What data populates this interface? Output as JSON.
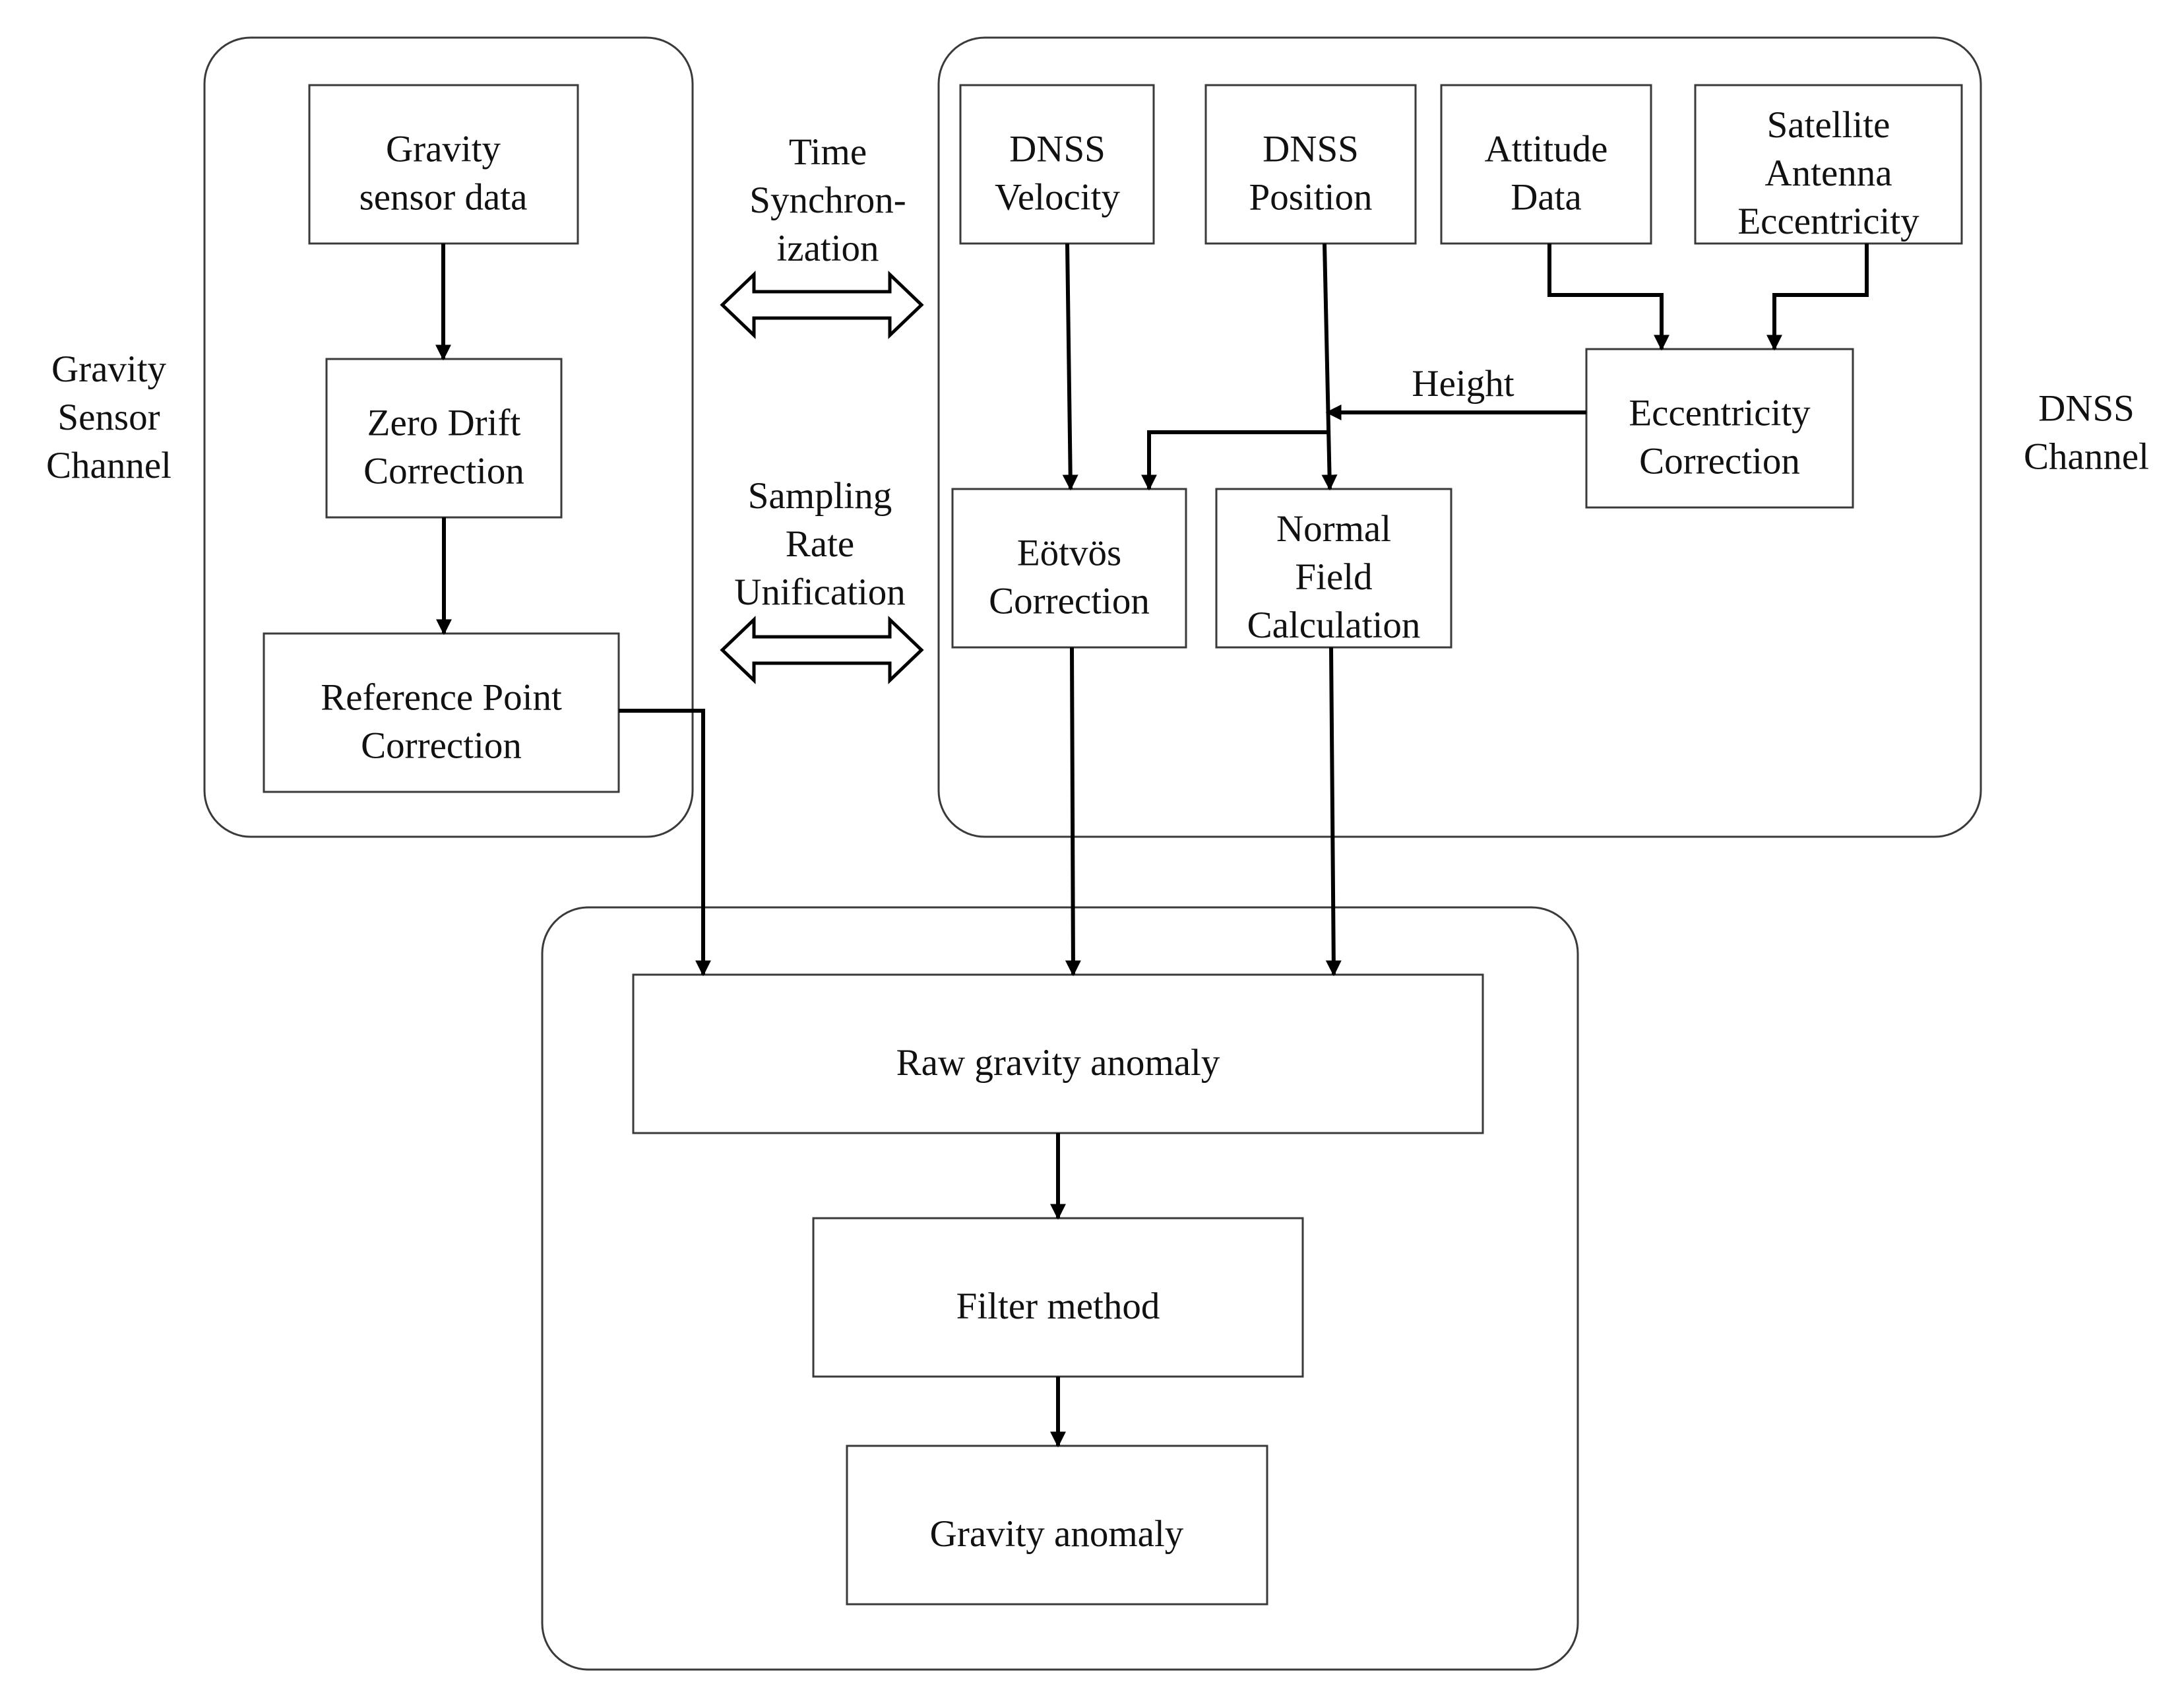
{
  "side_labels": {
    "gravity_channel": [
      "Gravity",
      "Sensor",
      "Channel"
    ],
    "dnss_channel": [
      "DNSS",
      "Channel"
    ]
  },
  "sync_labels": {
    "time_sync": [
      "Time",
      "Synchron-",
      "ization"
    ],
    "sampling": [
      "Sampling",
      "Rate",
      "Unification"
    ]
  },
  "nodes": {
    "gravity_sensor_data": [
      "Gravity",
      "sensor data"
    ],
    "zero_drift": [
      "Zero Drift",
      "Correction"
    ],
    "reference_point": [
      "Reference Point",
      "Correction"
    ],
    "dnss_velocity": [
      "DNSS",
      "Velocity"
    ],
    "dnss_position": [
      "DNSS",
      "Position"
    ],
    "attitude_data": [
      "Attitude",
      "Data"
    ],
    "satellite_antenna": [
      "Satellite",
      "Antenna",
      "Eccentricity"
    ],
    "eccentricity_correction": [
      "Eccentricity",
      "Correction"
    ],
    "eotvos": [
      "Eötvös",
      "Correction"
    ],
    "normal_field": [
      "Normal",
      "Field",
      "Calculation"
    ],
    "raw_gravity": [
      "Raw gravity anomaly"
    ],
    "filter_method": [
      "Filter method"
    ],
    "gravity_anomaly": [
      "Gravity anomaly"
    ]
  },
  "edge_labels": {
    "height": "Height"
  }
}
